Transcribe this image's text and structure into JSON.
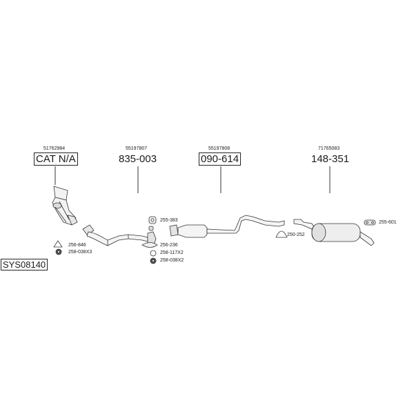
{
  "system_code": "SYS08140",
  "parts": [
    {
      "oe_number": "51762984",
      "part_number": "CAT N/A"
    },
    {
      "oe_number": "55197807",
      "part_number": "835-003"
    },
    {
      "oe_number": "55197808",
      "part_number": "090-614"
    },
    {
      "oe_number": "71765083",
      "part_number": "148-351"
    }
  ],
  "accessories": [
    {
      "code": "256-846",
      "icon": "triangle-gasket-icon"
    },
    {
      "code": "258-038X3",
      "icon": "nut-icon"
    },
    {
      "code": "255-383",
      "icon": "mounting-rubber-icon"
    },
    {
      "code": "256-236",
      "icon": "flange-gasket-icon"
    },
    {
      "code": "258-117X2",
      "icon": "ring-gasket-icon"
    },
    {
      "code": "258-038X2",
      "icon": "nut-icon"
    },
    {
      "code": "250-252",
      "icon": "clamp-icon"
    },
    {
      "code": "255-601",
      "icon": "rubber-hanger-icon"
    }
  ]
}
